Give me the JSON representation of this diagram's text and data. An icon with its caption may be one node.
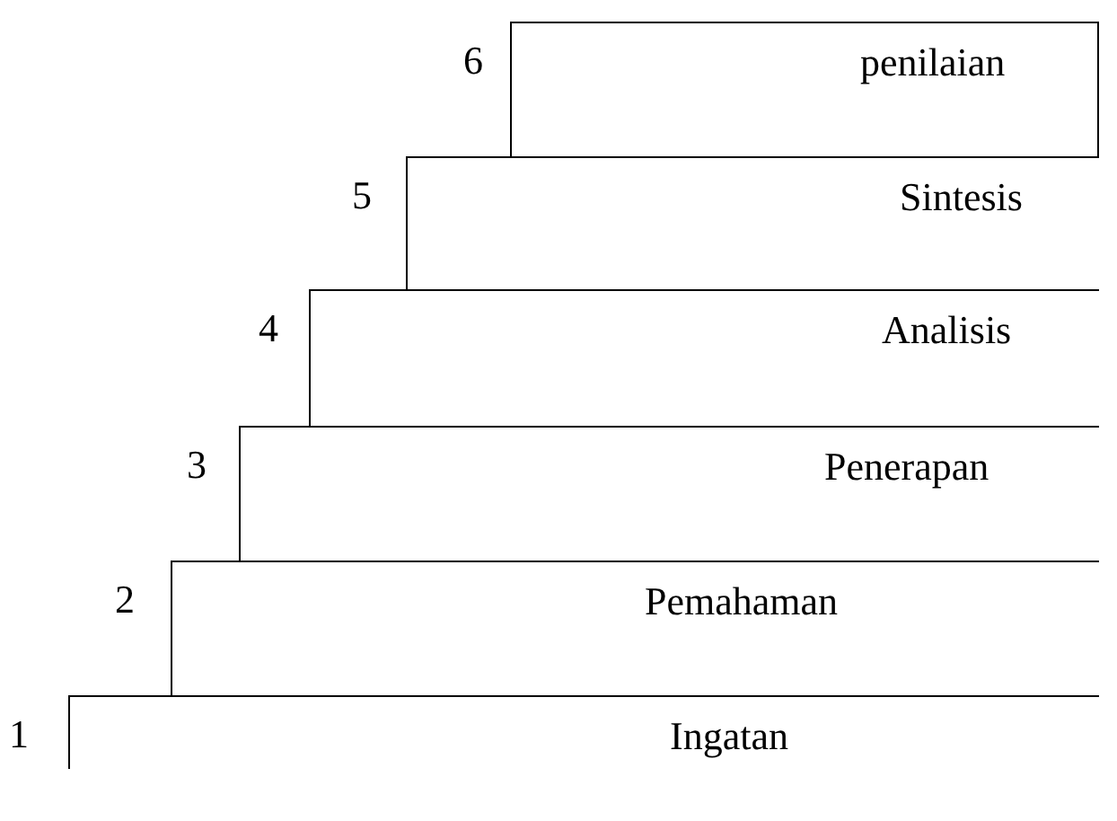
{
  "diagram": {
    "nodes": [
      {
        "text": [
          "penilaian"
        ],
        "beside": [
          "6"
        ]
      },
      {
        "text": [
          "Sintesis"
        ],
        "beside": [
          "5"
        ]
      },
      {
        "text": [
          "Analisis"
        ],
        "beside": [
          "4"
        ]
      },
      {
        "text": [
          "Penerapan"
        ],
        "beside": [
          "3"
        ]
      },
      {
        "text": [
          "Pemahaman"
        ],
        "beside": [
          "2"
        ]
      },
      {
        "text": [
          "Ingatan"
        ],
        "beside": [
          "1"
        ]
      }
    ]
  }
}
